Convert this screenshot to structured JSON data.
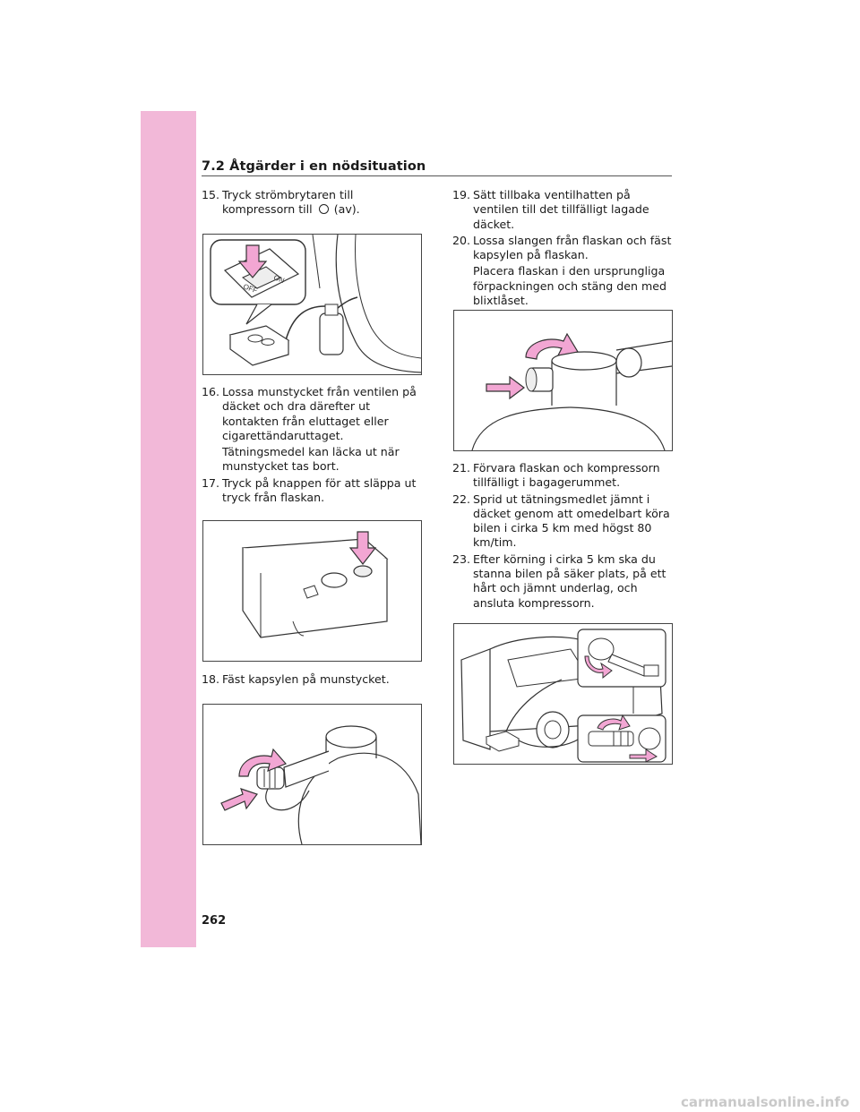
{
  "header": {
    "section_title": "7.2 Åtgärder i en nödsituation"
  },
  "left_column": {
    "step15": {
      "num": "15.",
      "text_before": "Tryck strömbrytaren till kompressorn till",
      "text_after": "(av)."
    },
    "fig1": {
      "on_label": "ON",
      "off_label": "OFF"
    },
    "step16": {
      "num": "16.",
      "text": "Lossa munstycket från ventilen på däcket och dra därefter ut kontakten från eluttaget eller cigarettändaruttaget.",
      "note": "Tätningsmedel kan läcka ut när munstycket tas bort."
    },
    "step17": {
      "num": "17.",
      "text": "Tryck på knappen för att släppa ut tryck från flaskan."
    },
    "step18": {
      "num": "18.",
      "text": "Fäst kapsylen på munstycket."
    }
  },
  "right_column": {
    "step19": {
      "num": "19.",
      "text": "Sätt tillbaka ventilhatten på ventilen till det tillfälligt lagade däcket."
    },
    "step20": {
      "num": "20.",
      "text": "Lossa slangen från flaskan och fäst kapsylen på flaskan.",
      "note": "Placera flaskan i den ursprungliga förpackningen och stäng den med blixtlåset."
    },
    "step21": {
      "num": "21.",
      "text": "Förvara flaskan och kompressorn tillfälligt i bagagerummet."
    },
    "step22": {
      "num": "22.",
      "text": "Sprid ut tätningsmedlet jämnt i däcket genom att omedelbart köra bilen i cirka 5 km med högst 80 km/tim."
    },
    "step23": {
      "num": "23.",
      "text": "Efter körning i cirka 5 km ska du stanna bilen på säker plats, på ett hårt och jämnt underlag, och ansluta kompressorn."
    }
  },
  "page_number": "262",
  "footer_mark": "carmanualsonline.info",
  "colors": {
    "sidebar": "#f2b8d8",
    "arrow_fill": "#f2a6d3",
    "outline": "#333333"
  },
  "icons": {
    "off_symbol": "circle-off-icon"
  }
}
